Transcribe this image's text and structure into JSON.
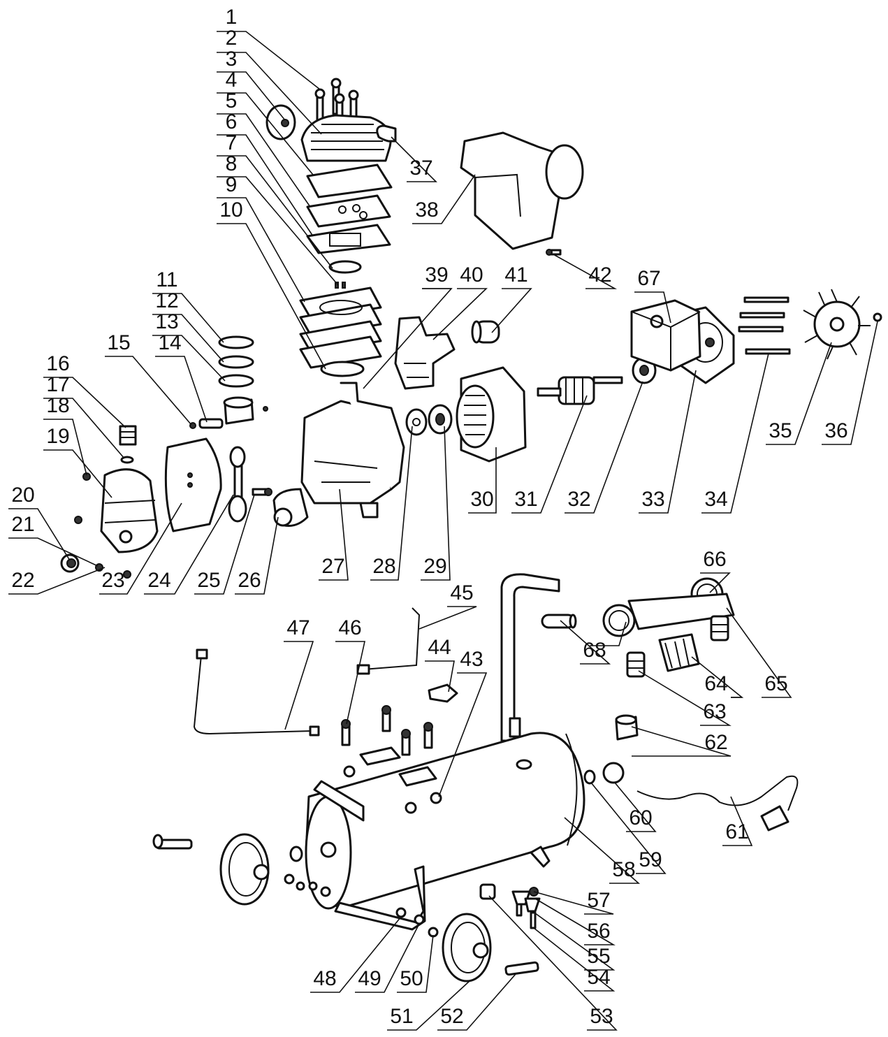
{
  "labels": {
    "p1": "1",
    "p2": "2",
    "p3": "3",
    "p4": "4",
    "p5": "5",
    "p6": "6",
    "p7": "7",
    "p8": "8",
    "p9": "9",
    "p10": "10",
    "p11": "11",
    "p12": "12",
    "p13": "13",
    "p14": "14",
    "p15": "15",
    "p16": "16",
    "p17": "17",
    "p18": "18",
    "p19": "19",
    "p20": "20",
    "p21": "21",
    "p22": "22",
    "p23": "23",
    "p24": "24",
    "p25": "25",
    "p26": "26",
    "p27": "27",
    "p28": "28",
    "p29": "29",
    "p30": "30",
    "p31": "31",
    "p32": "32",
    "p33": "33",
    "p34": "34",
    "p35": "35",
    "p36": "36",
    "p37": "37",
    "p38": "38",
    "p39": "39",
    "p40": "40",
    "p41": "41",
    "p42": "42",
    "p43": "43",
    "p44": "44",
    "p45": "45",
    "p46": "46",
    "p47": "47",
    "p48": "48",
    "p49": "49",
    "p50": "50",
    "p51": "51",
    "p52": "52",
    "p53": "53",
    "p54": "54",
    "p55": "55",
    "p56": "56",
    "p57": "57",
    "p58": "58",
    "p59": "59",
    "p60": "60",
    "p61": "61",
    "p62": "62",
    "p63": "63",
    "p64": "64",
    "p65": "65",
    "p66": "66",
    "p67": "67",
    "p68": "68"
  }
}
